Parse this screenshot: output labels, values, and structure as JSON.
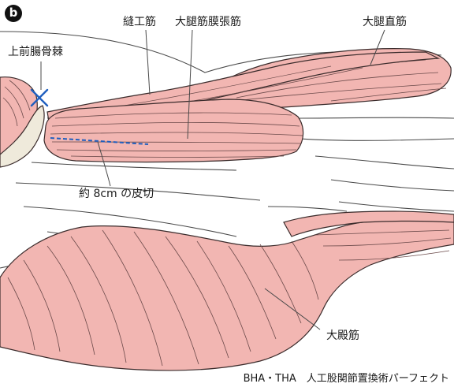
{
  "figure": {
    "badge": "b",
    "caption": "BHA・THA　人工股関節置換術パーフェクト"
  },
  "labels": {
    "asis": "上前腸骨棘",
    "sartorius": "縫工筋",
    "tfl": "大腿筋膜張筋",
    "rectus_femoris": "大腿直筋",
    "incision": "約 8cm の皮切",
    "gluteus_maximus": "大殿筋"
  },
  "colors": {
    "muscle_fill": "#f2b6b2",
    "muscle_stroke": "#3a2b2b",
    "fiber_line": "#6b4a4a",
    "bone_fill": "#efeadb",
    "marker_blue": "#1f5fbf",
    "incision_blue": "#1f5fbf",
    "line_gray": "#4a4a4a"
  }
}
